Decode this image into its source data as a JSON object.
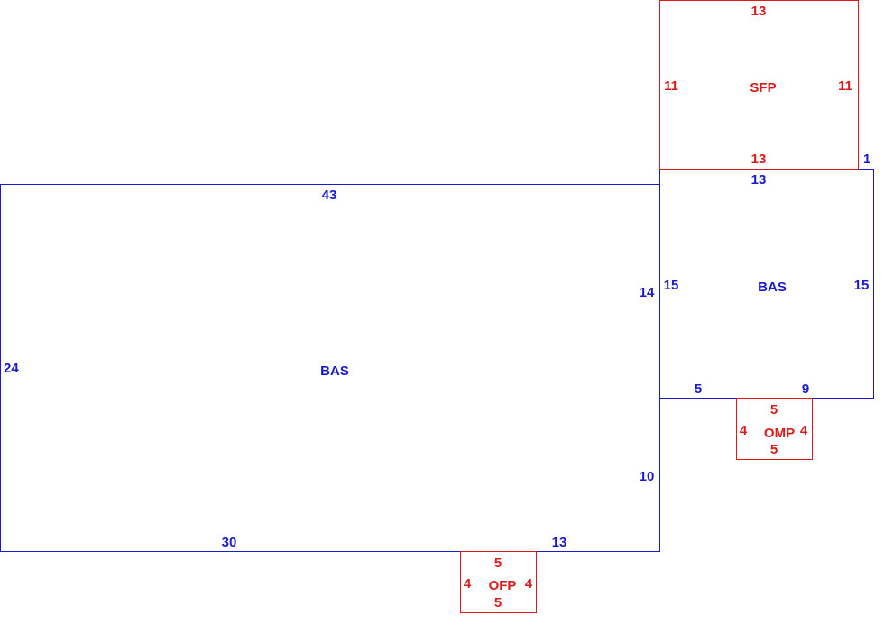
{
  "colors": {
    "living": "#1a1acc",
    "porch": "#dd1a1a"
  },
  "areas": [
    {
      "id": "bas-main",
      "code": "BAS",
      "type": "living",
      "dims": [
        "43",
        "24",
        "30",
        "13",
        "10",
        "14"
      ]
    },
    {
      "id": "bas-right",
      "code": "BAS",
      "type": "living",
      "dims": [
        "13",
        "15",
        "15",
        "5",
        "9",
        "1"
      ]
    },
    {
      "id": "sfp",
      "code": "SFP",
      "type": "porch",
      "dims": [
        "13",
        "11",
        "11",
        "13"
      ]
    },
    {
      "id": "omp",
      "code": "OMP",
      "type": "porch",
      "dims": [
        "5",
        "4",
        "4",
        "5"
      ]
    },
    {
      "id": "ofp",
      "code": "OFP",
      "type": "porch",
      "dims": [
        "5",
        "4",
        "4",
        "5"
      ]
    }
  ]
}
